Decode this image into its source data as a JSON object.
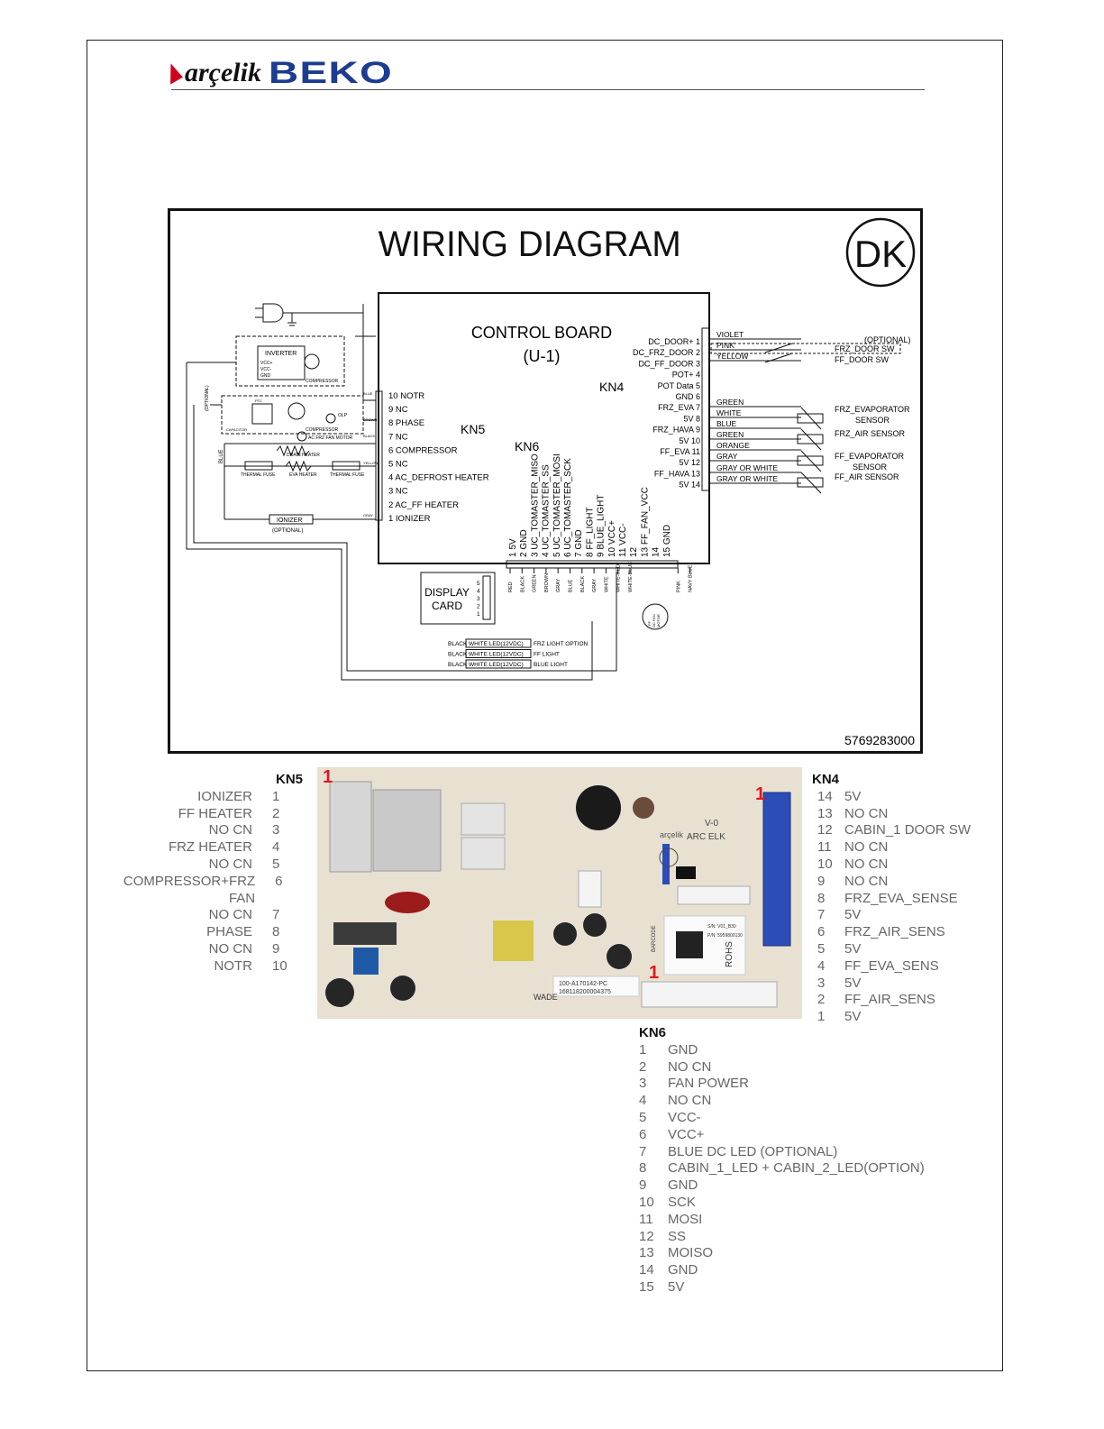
{
  "header": {
    "brand_left": "arçelik",
    "brand_right": "BEKO"
  },
  "diagram": {
    "title": "WIRING DIAGRAM",
    "badge": "DK",
    "control_board": [
      "CONTROL BOARD",
      "(U-1)"
    ],
    "connector_labels": {
      "kn4": "KN4",
      "kn5": "KN5",
      "kn6": "KN6"
    },
    "kn5_pins": [
      "10 NOTR",
      "9  NC",
      "8  PHASE",
      "7  NC",
      "6  COMPRESSOR",
      "5  NC",
      "4  AC_DEFROST HEATER",
      "3  NC",
      "2  AC_FF HEATER",
      "1  IONIZER"
    ],
    "kn4_pins": [
      "DC_DOOR+  1",
      "DC_FRZ_DOOR  2",
      "DC_FF_DOOR  3",
      "POT+  4",
      "POT Data  5",
      "GND  6",
      "FRZ_EVA  7",
      "5V  8",
      "FRZ_HAVA  9",
      "5V  10",
      "FF_EVA  11",
      "5V  12",
      "FF_HAVA  13",
      "5V  14"
    ],
    "kn4_wires": [
      "VIOLET",
      "PINK",
      "YELLOW",
      "GREEN",
      "WHITE",
      "BLUE",
      "GREEN",
      "ORANGE",
      "GRAY",
      "GRAY OR WHITE",
      "GRAY OR WHITE"
    ],
    "kn4_devices": [
      "(OPTIONAL)",
      "FRZ_DOOR SW",
      "FF_DOOR SW",
      "FRZ_EVAPORATOR",
      "SENSOR",
      "FRZ_AIR SENSOR",
      "FF_EVAPORATOR",
      "SENSOR",
      "FF_AIR SENSOR"
    ],
    "kn6_pins": [
      "1 5V",
      "2 GND",
      "3 UC_TOMASTER_MISO",
      "4 UC_TOMASTER_SS",
      "5 UC_TOMASTER_MOSI",
      "6 UC_TOMASTER_SCK",
      "7 GND",
      "8 FF_LIGHT",
      "9 BLUE_LIGHT",
      "10 VCC+",
      "11 VCC-",
      "12",
      "13 FF_FAN_VCC",
      "14",
      "15 GND"
    ],
    "kn6_wires": [
      "RED",
      "BLACK",
      "GREEN",
      "BROWN",
      "GRAY",
      "BLUE",
      "BLACK",
      "GRAY",
      "WHITE",
      "WHITE-RED",
      "WHITE-BLUE",
      "PINK",
      "NAVY BLUE"
    ],
    "display_card": [
      "DISPLAY",
      "CARD"
    ],
    "display_pins": [
      "5",
      "4",
      "3",
      "2",
      "1"
    ],
    "leds": [
      {
        "wire": "BLACK",
        "name": "WHITE LED(12VDC)",
        "use": "FRZ LIGHT OPTION"
      },
      {
        "wire": "BLACK",
        "name": "WHITE LED(12VDC)",
        "use": "FF LIGHT"
      },
      {
        "wire": "BLACK",
        "name": "WHITE LED(12VDC)",
        "use": "BLUE LIGHT"
      }
    ],
    "fan_motor": [
      "FF",
      "DC FAN",
      "MOTOR"
    ],
    "left_labels": {
      "inverter": "INVERTER",
      "vcc": "VCC+",
      "vccm": "VCC-",
      "gnd": "GND",
      "compressor1": "COMPRESSOR",
      "optional_v": "(OPTIONAL)",
      "compressor2": "COMPRESSOR",
      "olp": "OLP",
      "ptc": "PTC",
      "fan_motor": "AC FRZ FAN MOTOR",
      "drain_heater": "DRAIN HEATER",
      "thermal_fuse1": "THERMAL FUSE",
      "eva_heater": "EVA HEATER",
      "thermal_fuse2": "THERMAL FUSE",
      "ionizer": "IONIZER",
      "ionizer_opt": "(OPTIONAL)",
      "blue": "BLUE",
      "blue_top": "BLUE",
      "brown": "BROWN",
      "black": "BLACK",
      "yellow": "YELLOW",
      "gray": "GRAY",
      "capacitor": "CAPACITOR"
    },
    "part_number": "5769283000"
  },
  "photo": {
    "pin1_marks": [
      "1",
      "1",
      "1"
    ],
    "silk": [
      "V-0",
      "ARC ELK",
      "ROHS",
      "arçelik",
      "100-A170142-PC",
      "168118200004375",
      "WADE",
      "S/N: V01_B30",
      "P/N: 5959800130",
      "BARCODE"
    ]
  },
  "kn5_table": {
    "title": "KN5",
    "rows": [
      {
        "label": "IONIZER",
        "num": "1"
      },
      {
        "label": "FF HEATER",
        "num": "2"
      },
      {
        "label": "NO CN",
        "num": "3"
      },
      {
        "label": "FRZ HEATER",
        "num": "4"
      },
      {
        "label": "NO CN",
        "num": "5"
      },
      {
        "label": "COMPRESSOR+FRZ FAN",
        "num": "6"
      },
      {
        "label": "NO CN",
        "num": "7"
      },
      {
        "label": "PHASE",
        "num": "8"
      },
      {
        "label": "NO CN",
        "num": "9"
      },
      {
        "label": "NOTR",
        "num": "10"
      }
    ]
  },
  "kn4_table": {
    "title": "KN4",
    "rows": [
      {
        "num": "14",
        "label": "5V"
      },
      {
        "num": "13",
        "label": "NO CN"
      },
      {
        "num": "12",
        "label": "CABIN_1 DOOR SW"
      },
      {
        "num": "11",
        "label": "NO CN"
      },
      {
        "num": "10",
        "label": "NO CN"
      },
      {
        "num": "9",
        "label": "NO CN"
      },
      {
        "num": "8",
        "label": "FRZ_EVA_SENSE"
      },
      {
        "num": "7",
        "label": "5V"
      },
      {
        "num": "6",
        "label": "FRZ_AIR_SENS"
      },
      {
        "num": "5",
        "label": "5V"
      },
      {
        "num": "4",
        "label": "FF_EVA_SENS"
      },
      {
        "num": "3",
        "label": "5V"
      },
      {
        "num": "2",
        "label": "FF_AIR_SENS"
      },
      {
        "num": "1",
        "label": "5V"
      }
    ]
  },
  "kn6_table": {
    "title": "KN6",
    "rows": [
      {
        "num": "1",
        "label": "GND"
      },
      {
        "num": "2",
        "label": "NO CN"
      },
      {
        "num": "3",
        "label": "FAN POWER"
      },
      {
        "num": "4",
        "label": "NO CN"
      },
      {
        "num": "5",
        "label": "VCC-"
      },
      {
        "num": "6",
        "label": "VCC+"
      },
      {
        "num": "7",
        "label": "BLUE DC LED (OPTIONAL)"
      },
      {
        "num": "8",
        "label": "CABIN_1_LED + CABIN_2_LED(OPTION)"
      },
      {
        "num": "9",
        "label": "GND"
      },
      {
        "num": "10",
        "label": "SCK"
      },
      {
        "num": "11",
        "label": "MOSI"
      },
      {
        "num": "12",
        "label": "SS"
      },
      {
        "num": "13",
        "label": "MOISO"
      },
      {
        "num": "14",
        "label": "GND"
      },
      {
        "num": "15",
        "label": "5V"
      }
    ]
  },
  "colors": {
    "brand_red": "#d0021b",
    "brand_blue": "#1b3c8f",
    "pin_mark": "#e0191b",
    "connector_blue": "#2c4db8"
  }
}
